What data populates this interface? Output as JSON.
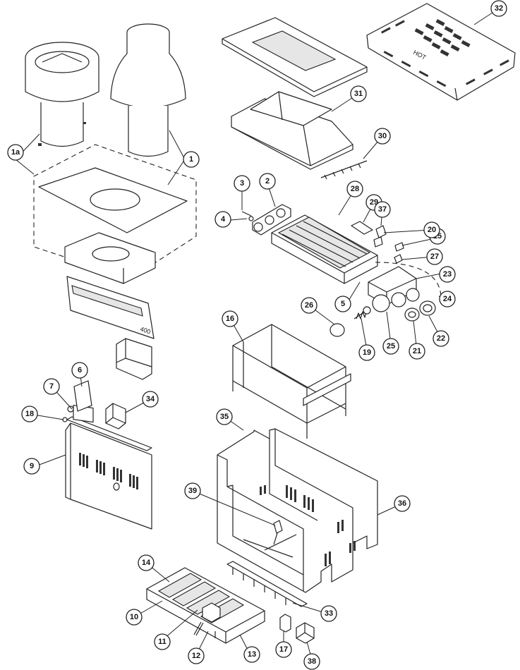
{
  "callouts": [
    {
      "id": "c1a",
      "label": "1a"
    },
    {
      "id": "c1",
      "label": "1"
    },
    {
      "id": "c2",
      "label": "2"
    },
    {
      "id": "c3",
      "label": "3"
    },
    {
      "id": "c4",
      "label": "4"
    },
    {
      "id": "c5",
      "label": "5"
    },
    {
      "id": "c6",
      "label": "6"
    },
    {
      "id": "c7",
      "label": "7"
    },
    {
      "id": "c9",
      "label": "9"
    },
    {
      "id": "c10",
      "label": "10"
    },
    {
      "id": "c11",
      "label": "11"
    },
    {
      "id": "c12",
      "label": "12"
    },
    {
      "id": "c13",
      "label": "13"
    },
    {
      "id": "c14",
      "label": "14"
    },
    {
      "id": "c15",
      "label": "15"
    },
    {
      "id": "c16",
      "label": "16"
    },
    {
      "id": "c17",
      "label": "17"
    },
    {
      "id": "c18",
      "label": "18"
    },
    {
      "id": "c19",
      "label": "19"
    },
    {
      "id": "c20",
      "label": "20"
    },
    {
      "id": "c21",
      "label": "21"
    },
    {
      "id": "c22",
      "label": "22"
    },
    {
      "id": "c23",
      "label": "23"
    },
    {
      "id": "c24",
      "label": "24"
    },
    {
      "id": "c25",
      "label": "25"
    },
    {
      "id": "c26",
      "label": "26"
    },
    {
      "id": "c27",
      "label": "27"
    },
    {
      "id": "c28",
      "label": "28"
    },
    {
      "id": "c29",
      "label": "29"
    },
    {
      "id": "c30",
      "label": "30"
    },
    {
      "id": "c31",
      "label": "31"
    },
    {
      "id": "c32",
      "label": "32"
    },
    {
      "id": "c33",
      "label": "33"
    },
    {
      "id": "c34",
      "label": "34"
    },
    {
      "id": "c35",
      "label": "35"
    },
    {
      "id": "c36",
      "label": "36"
    },
    {
      "id": "c37",
      "label": "37"
    },
    {
      "id": "c38",
      "label": "38"
    },
    {
      "id": "c39",
      "label": "39"
    }
  ],
  "stamps": {
    "top_cover": "HOT",
    "bezel": "400"
  }
}
